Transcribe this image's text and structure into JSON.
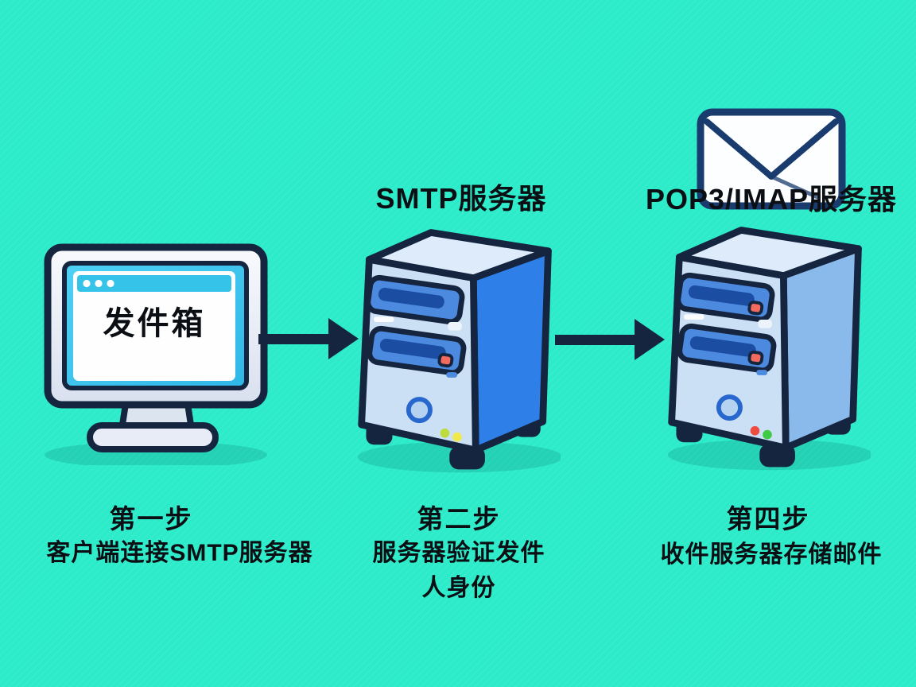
{
  "theme": {
    "bg": "#2BEBC9",
    "outline": "#15253F",
    "ink": "#0B0E13",
    "screen-cyan": "#3CC6EF",
    "titlebar-cyan": "#35C3EA",
    "server-front": "#CCE0F5",
    "server-top": "#DDEBFA",
    "smtp-side": "#2E7FE8",
    "pop3-side": "#8ABAEC",
    "bay-blue": "#4C8ADF",
    "bay-slot": "#1B4DA2",
    "button-red": "#F26B5E",
    "led-yellow-green": "#BCDC3E",
    "led-yellow": "#F0E84C",
    "led-red": "#EF4B41",
    "led-green": "#3FCB43",
    "envelope-stroke": "#1A3B6E",
    "shadow": "rgba(13,136,118,0.25)"
  },
  "monitor": {
    "screen_label": "发件箱"
  },
  "servers": [
    {
      "title": "SMTP服务器"
    },
    {
      "title": "POP3/IMAP服务器"
    }
  ],
  "steps": [
    {
      "title": "第一步",
      "line1": "客户端连接SMTP服务器",
      "line2": ""
    },
    {
      "title": "第二步",
      "line1": "服务器验证发件",
      "line2": "人身份"
    },
    {
      "title": "第四步",
      "line1": "收件服务器存储邮件",
      "line2": ""
    }
  ],
  "icons": {
    "client": "computer-monitor-icon",
    "smtp": "server-tower-icon",
    "pop3": "server-tower-icon",
    "mail": "envelope-icon",
    "flow": "arrow-right-icon"
  }
}
